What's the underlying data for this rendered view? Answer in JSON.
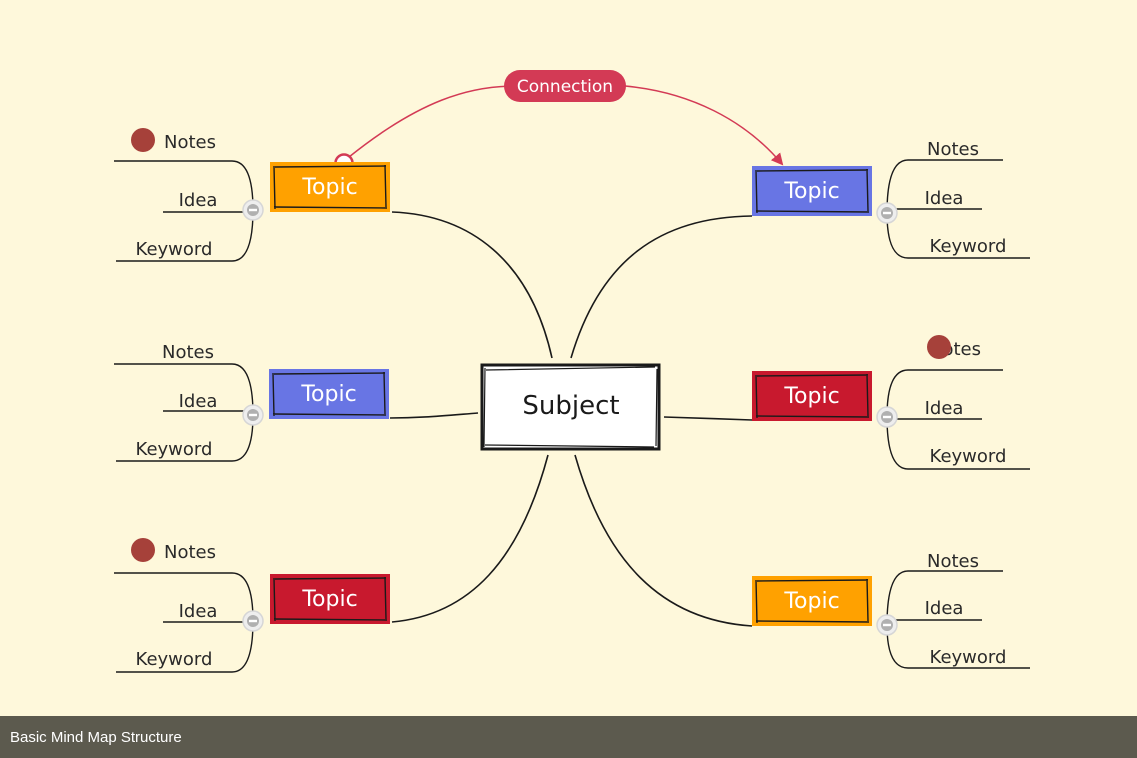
{
  "caption": "Basic Mind Map Structure",
  "center": {
    "label": "Subject"
  },
  "connection": {
    "label": "Connection",
    "color": "#d33a55"
  },
  "colors": {
    "orange": "#ffa100",
    "blue": "#6875e4",
    "red": "#c8192e",
    "line": "#1a1a1a",
    "note_marker": "#a6413a",
    "background": "#fef8db"
  },
  "topics": [
    {
      "id": "top-left",
      "label": "Topic",
      "color": "orange",
      "note_marker": true,
      "branches": [
        "Notes",
        "Idea",
        "Keyword"
      ],
      "collapse_icon": "minus-circle-icon"
    },
    {
      "id": "middle-left",
      "label": "Topic",
      "color": "blue",
      "note_marker": false,
      "branches": [
        "Notes",
        "Idea",
        "Keyword"
      ],
      "collapse_icon": "minus-circle-icon"
    },
    {
      "id": "bottom-left",
      "label": "Topic",
      "color": "red",
      "note_marker": true,
      "branches": [
        "Notes",
        "Idea",
        "Keyword"
      ],
      "collapse_icon": "minus-circle-icon"
    },
    {
      "id": "top-right",
      "label": "Topic",
      "color": "blue",
      "note_marker": false,
      "branches": [
        "Notes",
        "Idea",
        "Keyword"
      ],
      "collapse_icon": "minus-circle-icon"
    },
    {
      "id": "middle-right",
      "label": "Topic",
      "color": "red",
      "note_marker": true,
      "branches": [
        "Notes",
        "Idea",
        "Keyword"
      ],
      "collapse_icon": "minus-circle-icon"
    },
    {
      "id": "bottom-right",
      "label": "Topic",
      "color": "orange",
      "note_marker": false,
      "branches": [
        "Notes",
        "Idea",
        "Keyword"
      ],
      "collapse_icon": "minus-circle-icon"
    }
  ]
}
